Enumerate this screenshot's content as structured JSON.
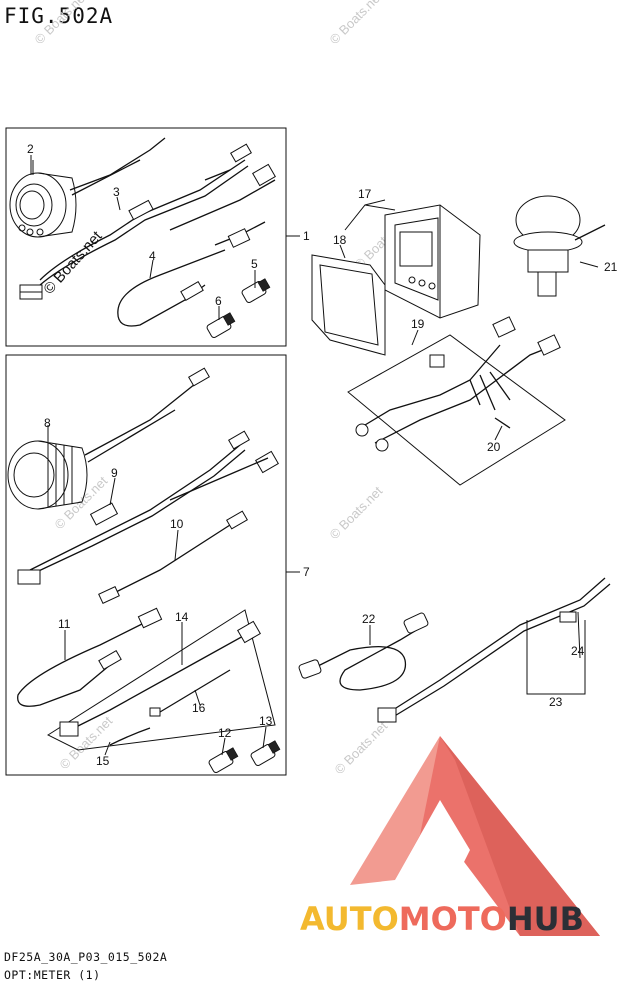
{
  "figure": {
    "title": "FIG.502A",
    "code": "DF25A_30A_P03_015_502A",
    "description": "OPT:METER (1)"
  },
  "watermark": "© Boats.net",
  "brand": {
    "part1": "AUTO",
    "part2": "MOTO",
    "part3": "HUB"
  },
  "brand_colors": {
    "auto": "#f3b92f",
    "moto": "#ee6a5c",
    "hub": "#2b2f36",
    "logo": "#e85a52"
  },
  "callouts": [
    "1",
    "2",
    "3",
    "4",
    "5",
    "6",
    "7",
    "8",
    "9",
    "10",
    "11",
    "12",
    "13",
    "14",
    "15",
    "16",
    "17",
    "18",
    "19",
    "20",
    "21",
    "22",
    "23",
    "24"
  ]
}
